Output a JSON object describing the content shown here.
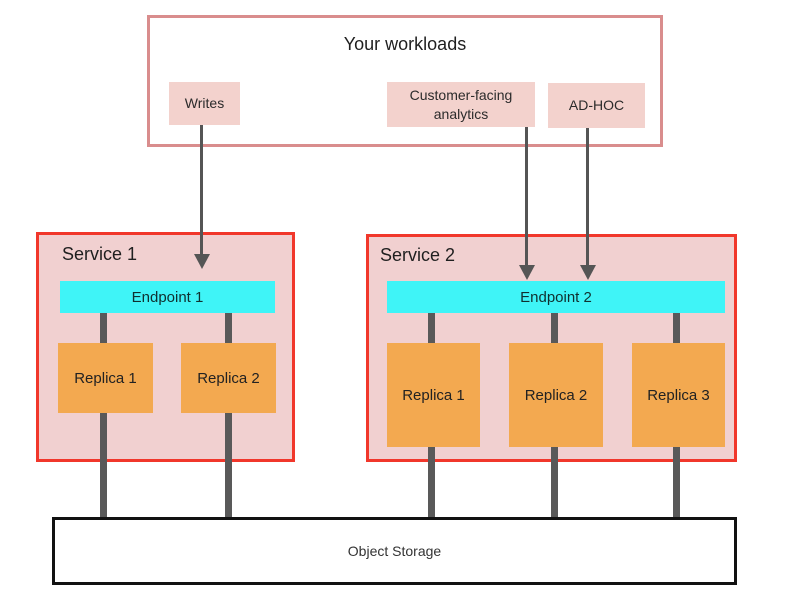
{
  "diagram": {
    "workloads": {
      "title": "Your workloads",
      "items": [
        {
          "label": "Writes"
        },
        {
          "label": "Customer-facing analytics"
        },
        {
          "label": "AD-HOC"
        }
      ]
    },
    "services": [
      {
        "title": "Service 1",
        "endpoint": "Endpoint 1",
        "replicas": [
          "Replica 1",
          "Replica 2"
        ]
      },
      {
        "title": "Service 2",
        "endpoint": "Endpoint 2",
        "replicas": [
          "Replica 1",
          "Replica 2",
          "Replica 3"
        ]
      }
    ],
    "storage": {
      "label": "Object Storage"
    },
    "colors": {
      "workloads_border": "#d98d8d",
      "workload_chip_fill": "#f3d2cd",
      "service_border": "#f1372b",
      "service_fill": "#f1d0d0",
      "endpoint_fill": "#3ff4f7",
      "replica_fill": "#f3a950",
      "connector": "#595959",
      "storage_border": "#111111"
    }
  }
}
